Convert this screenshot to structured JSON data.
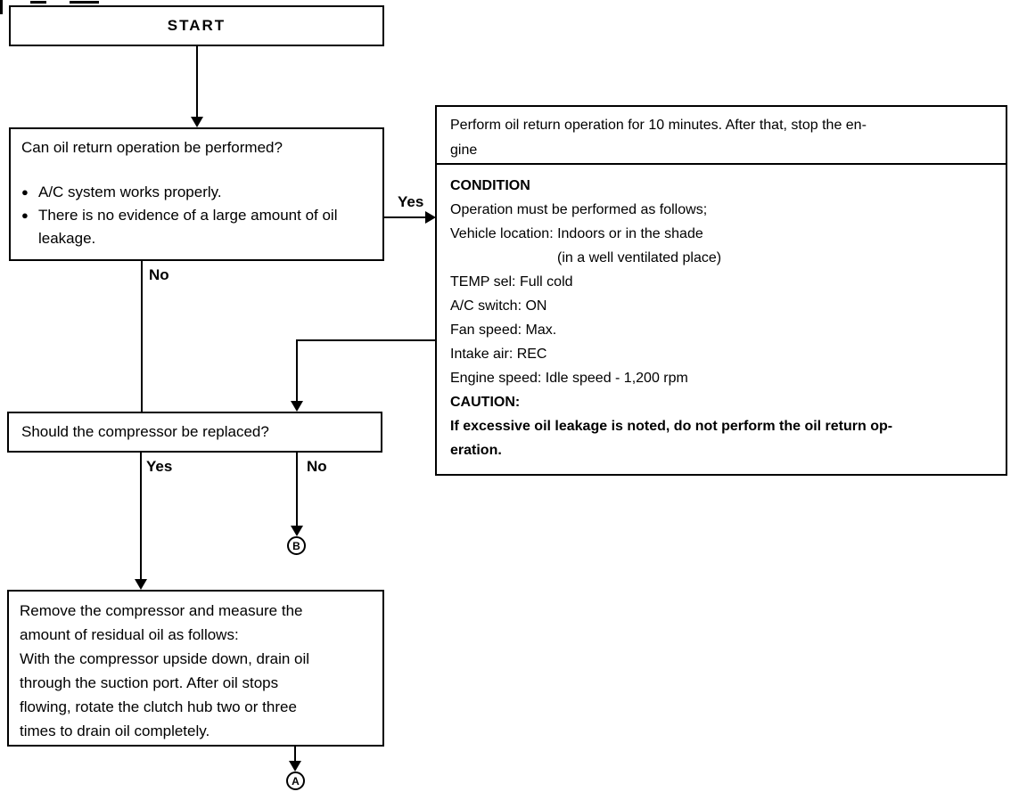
{
  "flow": {
    "start": {
      "label": "START"
    },
    "q1": {
      "question": "Can oil return operation be performed?",
      "bullet_glyph": "●",
      "bullets": [
        "A/C system works properly.",
        "There is no evidence of a large amount of oil leakage."
      ],
      "yes_label": "Yes",
      "no_label": "No"
    },
    "perform": {
      "header_lines": [
        "Perform oil return operation for 10 minutes. After that, stop the en-",
        "gine"
      ],
      "condition_title": "CONDITION",
      "condition_lines": [
        "Operation must be performed as follows;",
        "Vehicle location: Indoors or in the shade",
        "(in a well ventilated place)",
        "TEMP sel: Full cold",
        "A/C switch: ON",
        "Fan speed: Max.",
        "Intake air: REC",
        "Engine speed: Idle speed - 1,200 rpm"
      ],
      "caution_title": "CAUTION:",
      "caution_lines": [
        "If excessive oil leakage is noted, do not perform the oil return op-",
        "eration."
      ]
    },
    "q2": {
      "question": "Should the compressor be replaced?",
      "yes_label": "Yes",
      "no_label": "No"
    },
    "remove": {
      "lines": [
        "Remove the compressor and measure the",
        "amount of residual oil as follows:",
        "With the compressor upside down, drain oil",
        "through the suction port. After oil stops",
        "flowing, rotate the clutch hub two or three",
        "times to drain oil completely."
      ]
    },
    "connectors": {
      "b": "B",
      "a": "A"
    },
    "colors": {
      "ink": "#000000",
      "paper": "#ffffff"
    }
  }
}
